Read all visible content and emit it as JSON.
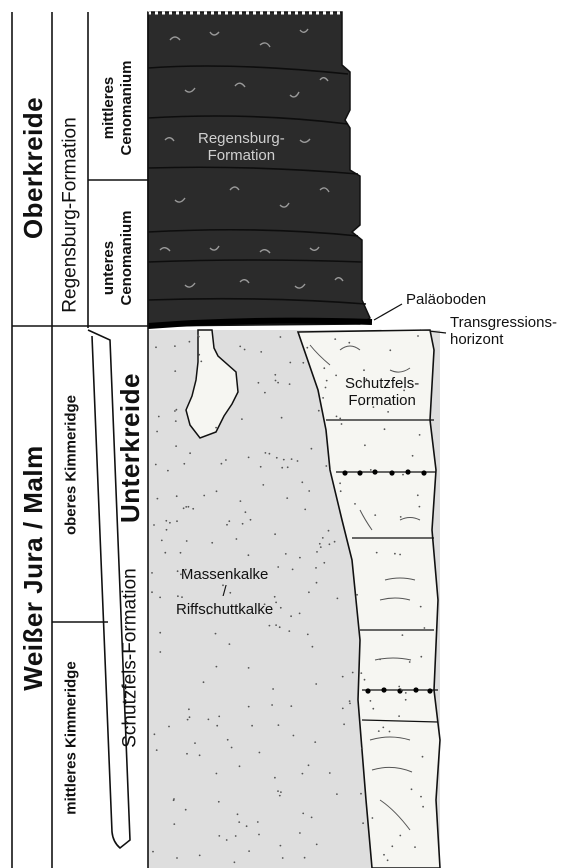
{
  "stratigraphy": {
    "oberkreide": "Oberkreide",
    "weisser_jura": "Weißer Jura / Malm",
    "unterkreide": "Unterkreide",
    "regensburg_formation": "Regensburg-Formation",
    "schutzfels_formation": "Schutzfels-Formation",
    "mittleres_cenomanium_1": "mittleres",
    "mittleres_cenomanium_2": "Cenomanium",
    "unteres_cenomanium_1": "unteres",
    "unteres_cenomanium_2": "Cenomanium",
    "oberes_kimmeridge": "oberes Kimmeridge",
    "mittleres_kimmeridge": "mittleres Kimmeridge"
  },
  "labels": {
    "regensburg_1": "Regensburg-",
    "regensburg_2": "Formation",
    "palaeoboden": "Paläoboden",
    "transgression_1": "Transgressions-",
    "transgression_2": "horizont",
    "schutzfels_1": "Schutzfels-",
    "schutzfels_2": "Formation",
    "massenkalke": "Massenkalke",
    "slash": "/",
    "riffschuttkalke": "Riffschuttkalke"
  },
  "colors": {
    "regensburg_fill": "#2b2b2b",
    "massenkalk_fill": "#dedede",
    "schutzfels_fill": "#f6f6f2",
    "line": "#111111"
  }
}
